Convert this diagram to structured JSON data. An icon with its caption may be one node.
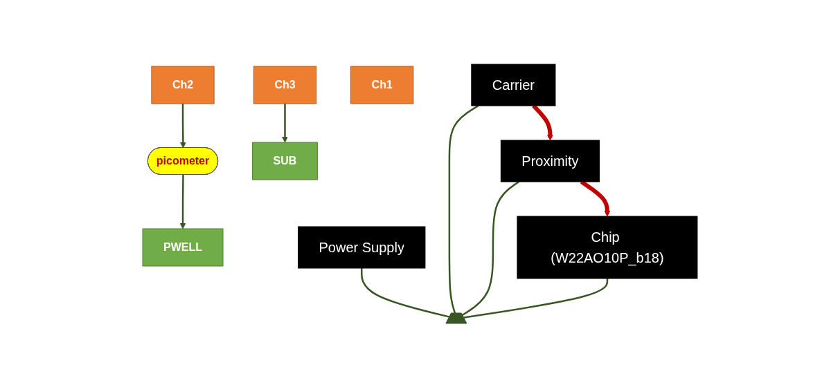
{
  "diagram": {
    "nodes": [
      {
        "text": [
          "picometer"
        ]
      },
      {
        "text": [
          "Ch2"
        ]
      },
      {
        "text": [
          "Ch3"
        ]
      },
      {
        "text": [
          "SUB"
        ]
      },
      {
        "text": [
          "PWELL"
        ]
      },
      {
        "text": [
          "Power Supply"
        ]
      },
      {
        "text": [
          "Ch1"
        ]
      },
      {
        "text": [
          "Carrier"
        ]
      },
      {
        "text": [
          "Proximity"
        ]
      },
      {
        "text": [
          "Chip (W22AO10P_b18)"
        ]
      },
      {
        "text": [],
        "shape": "ground"
      }
    ],
    "edges": [
      {
        "from": 1,
        "to": 0,
        "arrow": "to"
      },
      {
        "from": 0,
        "to": 4,
        "arrow": "to"
      },
      {
        "from": 2,
        "to": 3,
        "arrow": "to"
      },
      {
        "from": 7,
        "to": 8,
        "arrow": "to",
        "style": "thick",
        "color": "#c00000"
      },
      {
        "from": 8,
        "to": 9,
        "arrow": "to",
        "style": "thick",
        "color": "#c00000"
      },
      {
        "from": 5,
        "to": 10,
        "arrow": "none"
      },
      {
        "from": 7,
        "to": 10,
        "arrow": "none"
      },
      {
        "from": 8,
        "to": 10,
        "arrow": "none"
      },
      {
        "from": 9,
        "to": 10,
        "arrow": "none"
      }
    ]
  }
}
